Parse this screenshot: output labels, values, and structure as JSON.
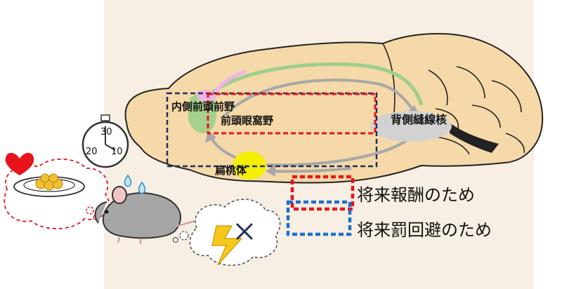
{
  "regions": {
    "mpfc": "内側前頭前野",
    "ofc": "前頭眼窩野",
    "raphe": "背側縫線核",
    "amygdala": "扁桃体"
  },
  "legend": {
    "reward": "将来報酬のため",
    "avoid": "将来罰回避のため"
  },
  "timer": {
    "labels": [
      "30",
      "20",
      "10"
    ]
  },
  "colors": {
    "brain": "#f5d9a8",
    "background_panel": "#f7efe3",
    "reward_outline": "#e8141c",
    "avoid_outline": "#1e6fd0",
    "mpfc_box": "#1f2d5a",
    "amygdala": "#f4f000",
    "raphe": "#d2d2d2",
    "pathway_green": "#9ccf8a",
    "pathway_pink": "#efb3e6",
    "pathway_gray": "#a8a8a8",
    "shock": "#f7c81c",
    "heart": "#e8141c",
    "food": "#f0c030"
  },
  "icons": {
    "timer": "stopwatch-icon",
    "heart": "heart-icon",
    "food": "food-plate-icon",
    "shock": "lightning-icon",
    "cross": "cross-icon",
    "sweat": "sweat-drops-icon",
    "mouse": "mouse-icon"
  }
}
